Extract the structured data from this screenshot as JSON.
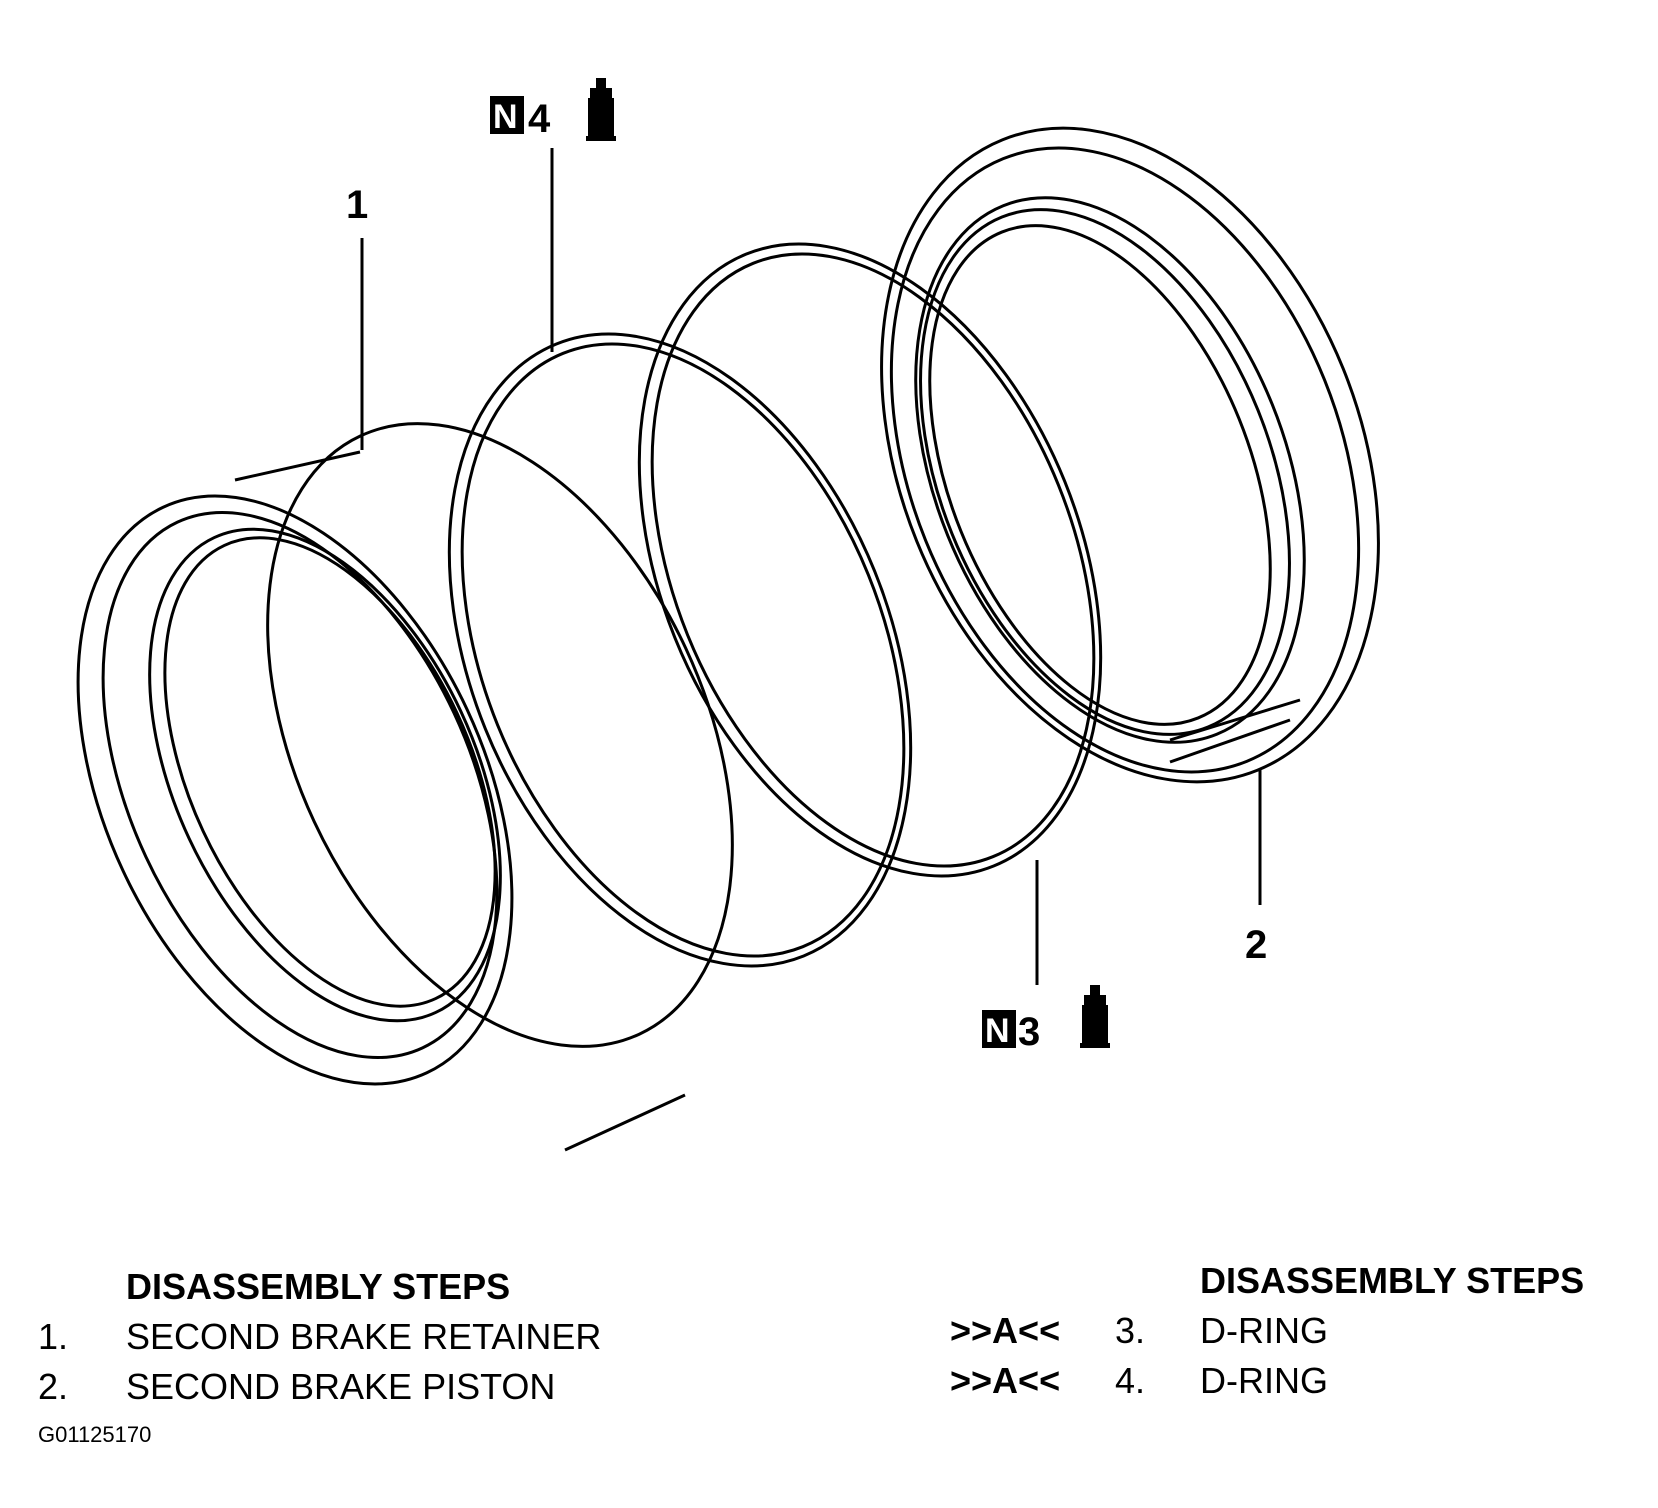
{
  "callouts": {
    "part1": "1",
    "part2": "2",
    "part3": "3",
    "part4": "4",
    "n_symbol": "N",
    "lubricant_icon": "lubricant-can-icon"
  },
  "legend_left": {
    "heading": "DISASSEMBLY STEPS",
    "items": [
      {
        "num": "1.",
        "text": "SECOND BRAKE RETAINER"
      },
      {
        "num": "2.",
        "text": "SECOND BRAKE PISTON"
      }
    ]
  },
  "legend_right": {
    "heading": "DISASSEMBLY STEPS",
    "items": [
      {
        "code": ">>A<<",
        "num": "3.",
        "text": "D-RING"
      },
      {
        "code": ">>A<<",
        "num": "4.",
        "text": "D-RING"
      }
    ]
  },
  "figure_id": "G01125170"
}
